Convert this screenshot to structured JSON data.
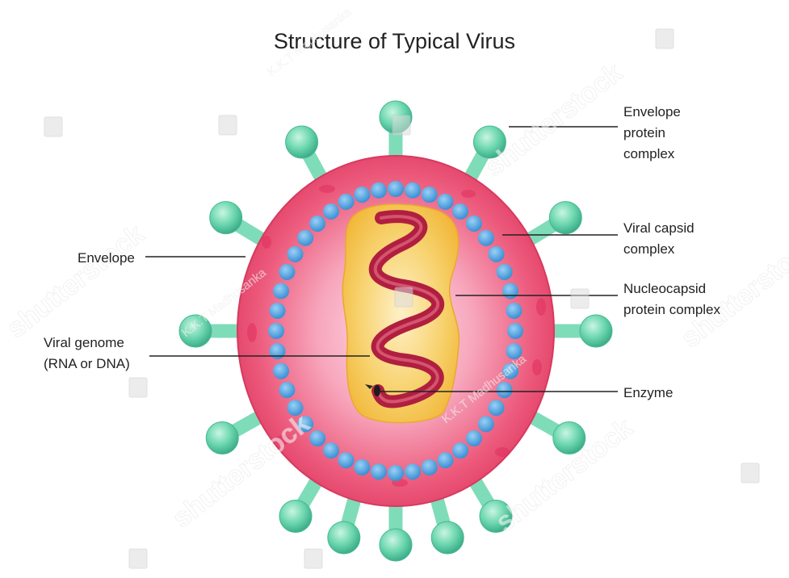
{
  "title": "Structure of Typical Virus",
  "labels": {
    "envelope_protein_complex": "Envelope\nprotein\ncomplex",
    "viral_capsid_complex": "Viral capsid\ncomplex",
    "nucleocapsid_protein_complex": "Nucleocapsid\nprotein complex",
    "enzyme": "Enzyme",
    "envelope": "Envelope",
    "viral_genome": "Viral genome\n(RNA or DNA)"
  },
  "watermarks": {
    "brand": "shutterstock",
    "author": "K.K.T Madhusanka"
  },
  "colors": {
    "envelope": "#e8456b",
    "capsid_bead": "#4aa0e0",
    "core": "#f6c84a",
    "genome": "#b3223f",
    "spike": "#5fd3a8",
    "leader_line": "#222222"
  }
}
